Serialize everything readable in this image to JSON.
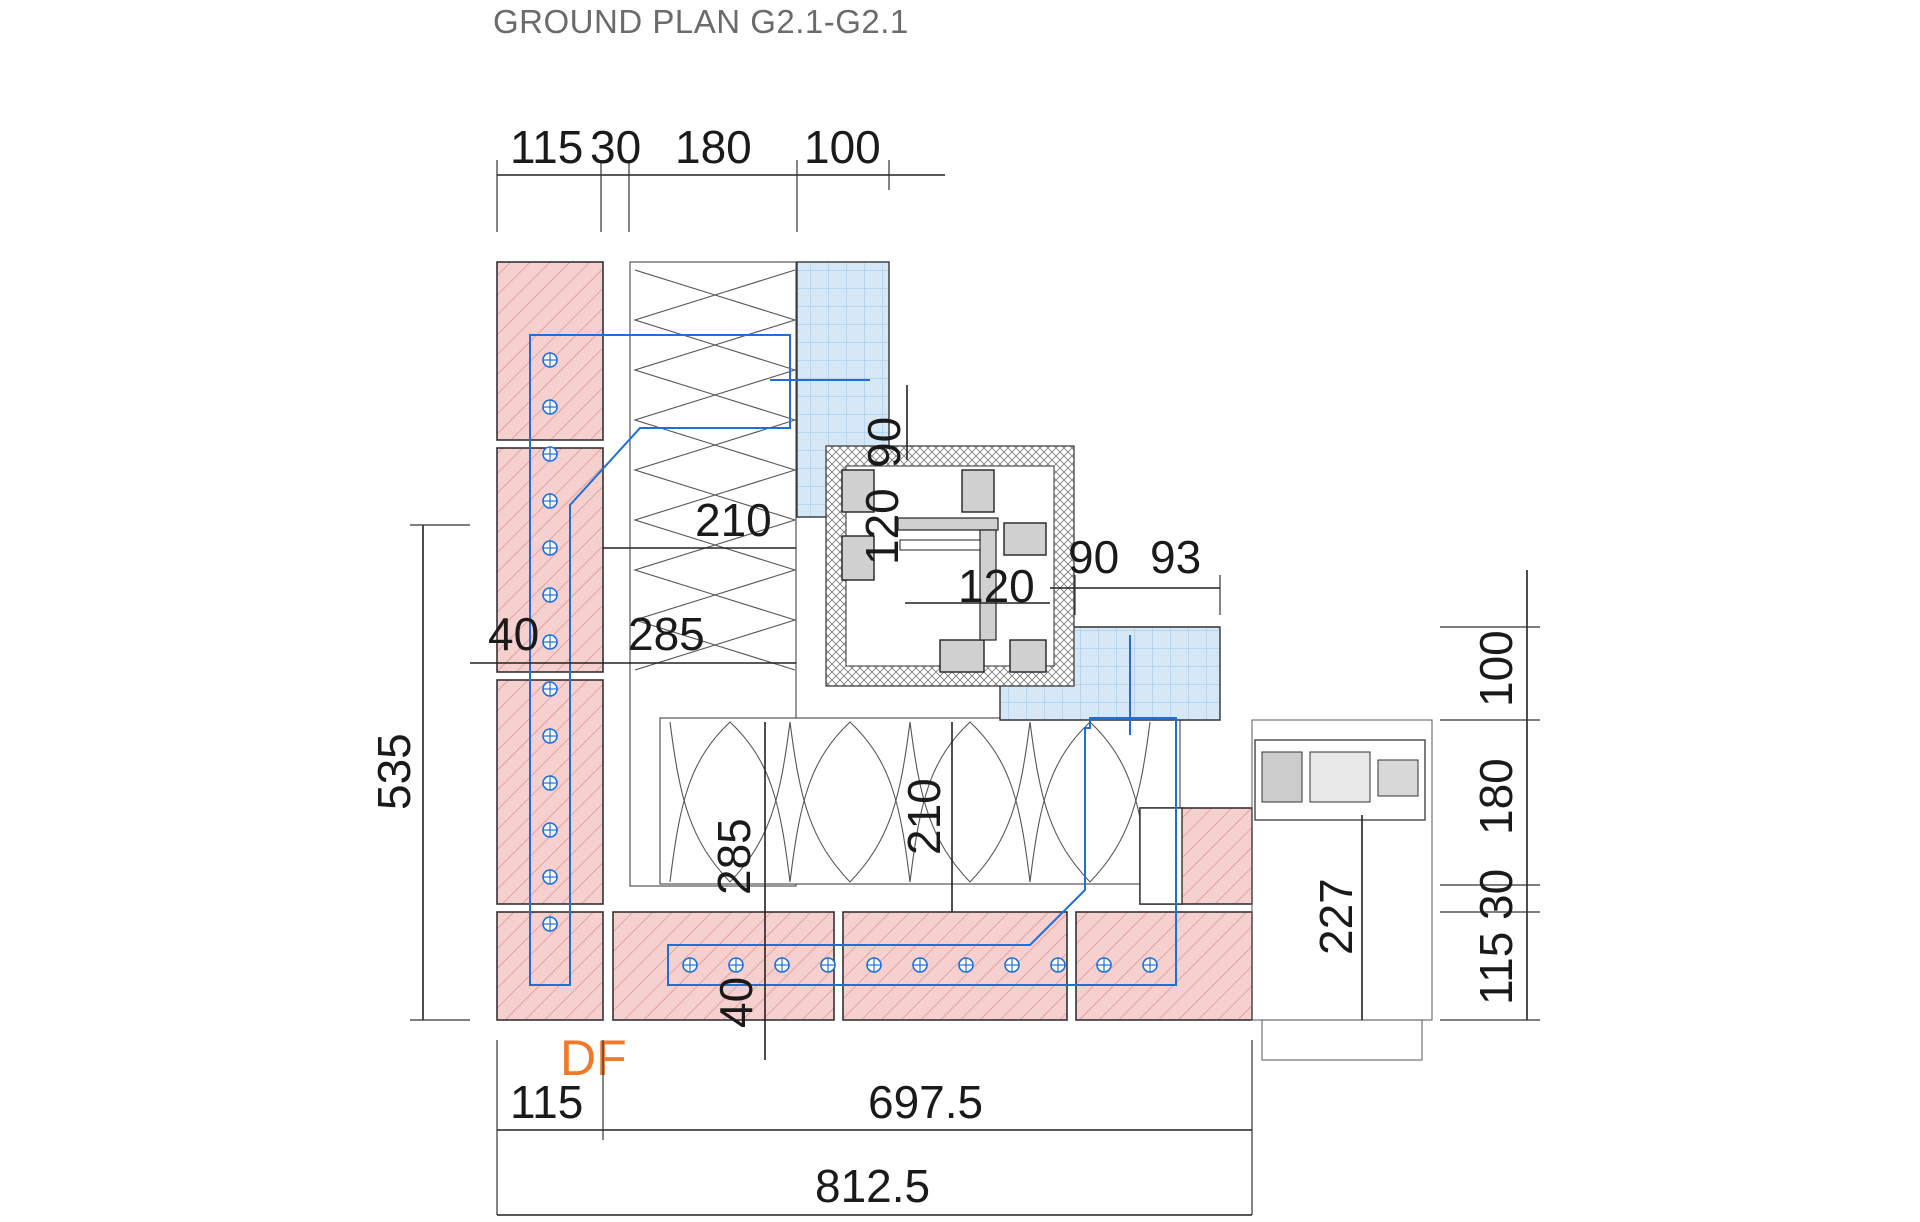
{
  "title": "GROUND PLAN G2.1-G2.1",
  "label_df": "DF",
  "colors": {
    "brick_fill": "#f6cfcf",
    "brick_hatch": "#d98c8c",
    "concrete_fill": "#d6e8f6",
    "concrete_grid": "#9ec4e2",
    "anchor_blue": "#1e6fd9",
    "df_orange": "#f07a2a",
    "insulation_line": "#555555"
  },
  "dimensions": {
    "top": [
      "115",
      "30",
      "180",
      "100"
    ],
    "insul_210_upper": "210",
    "insul_285_upper": "285",
    "gap_40_left": "40",
    "height_535": "535",
    "joint_90": "90",
    "joint_120_v": "120",
    "joint_120_h": "120",
    "right_90": "90",
    "right_93": "93",
    "vert_285": "285",
    "vert_210": "210",
    "vert_40": "40",
    "vert_227": "227",
    "right_stack": [
      "100",
      "180",
      "30",
      "115"
    ],
    "bottom_115": "115",
    "bottom_697": "697.5",
    "bottom_812": "812.5"
  }
}
